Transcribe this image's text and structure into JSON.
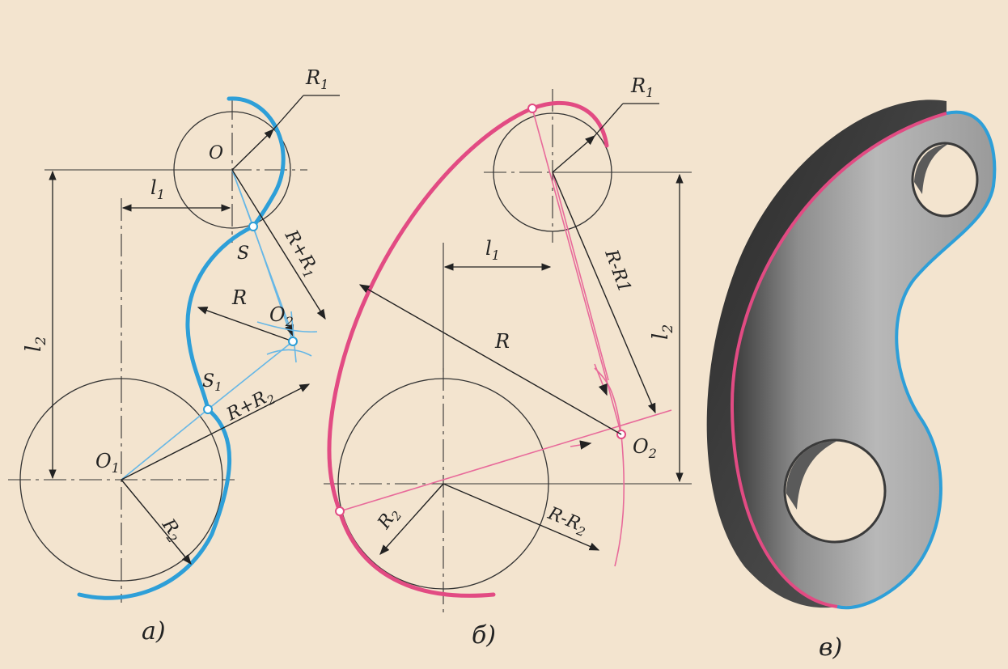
{
  "colors": {
    "paper": "#f3e4cf",
    "ink": "#222222",
    "blue_arc": "#2e9fd8",
    "blue_thin": "#66b7e6",
    "pink_arc": "#e24b83",
    "pink_thin": "#e86a9a",
    "part_gray": "#8c8c8c"
  },
  "figure_a": {
    "caption": "а)",
    "labels": {
      "R1": "R",
      "R1_sub": "1",
      "O": "O",
      "l1": "l",
      "l1_sub": "1",
      "S": "S",
      "R_plus_R1": "R+R",
      "R_plus_R1_sub": "1",
      "R": "R",
      "O2": "O",
      "O2_sub": "2",
      "l2": "l",
      "l2_sub": "2",
      "S1": "S",
      "S1_sub": "1",
      "R_plus_R2": "R+R",
      "R_plus_R2_sub": "2",
      "O1": "O",
      "O1_sub": "1",
      "R2": "R",
      "R2_sub": "2"
    }
  },
  "figure_b": {
    "caption": "б)",
    "labels": {
      "R1": "R",
      "R1_sub": "1",
      "l1": "l",
      "l1_sub": "1",
      "R_minus_R1": "R-R1",
      "R": "R",
      "l2": "l",
      "l2_sub": "2",
      "O2": "O",
      "O2_sub": "2",
      "R2": "R",
      "R2_sub": "2",
      "R_minus_R2": "R-R",
      "R_minus_R2_sub": "2"
    }
  },
  "figure_c": {
    "caption": "в)"
  }
}
